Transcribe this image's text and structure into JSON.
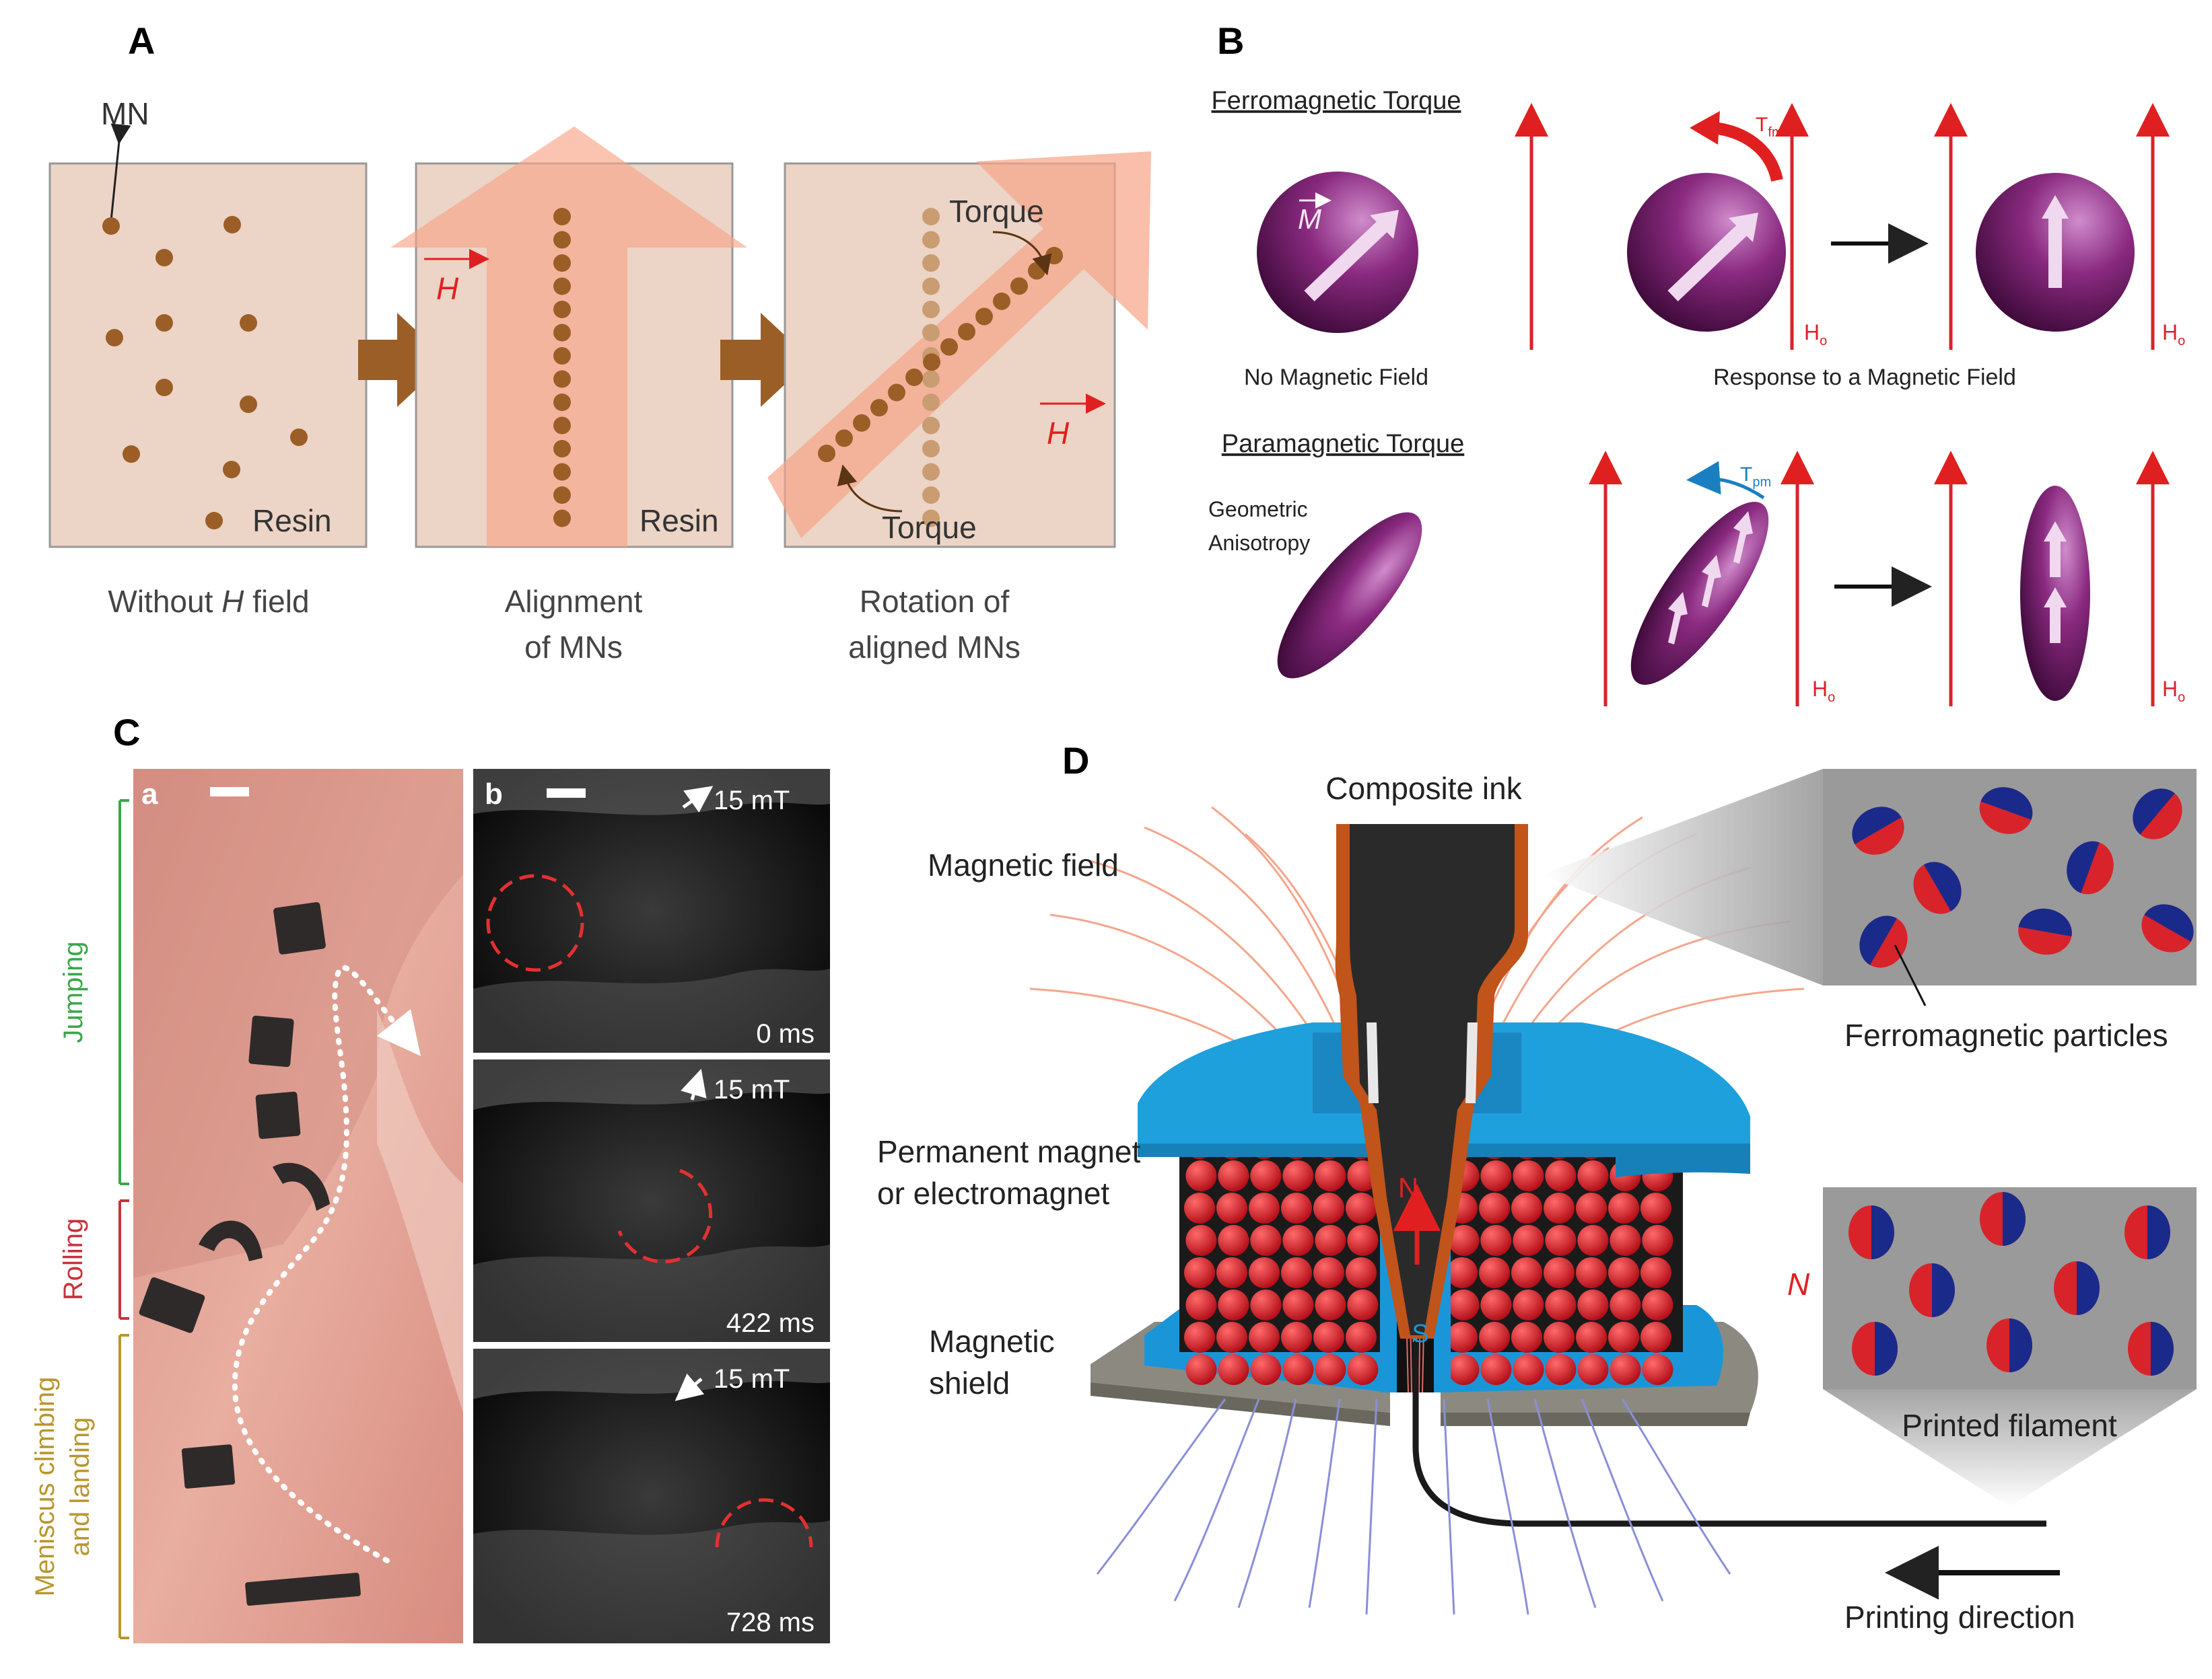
{
  "panels": {
    "A": {
      "letter": "A",
      "mn_label": "MN",
      "resin_1": "Resin",
      "resin_2": "Resin",
      "h_field_1": "H",
      "h_field_2": "H",
      "torque_top": "Torque",
      "torque_bottom": "Torque",
      "caption_1_pre": "Without ",
      "caption_1_italic": "H",
      "caption_1_post": " field",
      "caption_2_line1": "Alignment",
      "caption_2_line2": "of MNs",
      "caption_3_line1": "Rotation of",
      "caption_3_line2": "aligned MNs"
    },
    "B": {
      "letter": "B",
      "ferro_title": "Ferromagnetic Torque",
      "m_vector": "M",
      "no_field": "No Magnetic Field",
      "response": "Response to a Magnetic Field",
      "para_title": "Paramagnetic Torque",
      "geo_line1": "Geometric",
      "geo_line2": "Anisotropy",
      "t_fm": "T",
      "t_fm_sub": "fm",
      "t_pm": "T",
      "t_pm_sub": "pm",
      "h0": "H",
      "h0_sub": "o"
    },
    "C": {
      "letter": "C",
      "sub_a": "a",
      "sub_b": "b",
      "jumping": "Jumping",
      "rolling": "Rolling",
      "meniscus_1": "Meniscus climbing",
      "meniscus_2": "and landing",
      "field_1": "15 mT",
      "field_2": "15 mT",
      "field_3": "15 mT",
      "time_1": "0 ms",
      "time_2": "422 ms",
      "time_3": "728 ms"
    },
    "D": {
      "letter": "D",
      "composite_ink": "Composite ink",
      "magnetic_field": "Magnetic field",
      "perm_line1": "Permanent magnet",
      "perm_line2": "or electromagnet",
      "shield_line1": "Magnetic",
      "shield_line2": "shield",
      "ferro_particles": "Ferromagnetic particles",
      "printed_filament": "Printed filament",
      "printing_direction": "Printing direction",
      "n_pole": "N",
      "s_pole": "S",
      "n_side": "N"
    }
  },
  "colors": {
    "brown": "#8a5a22",
    "resin_bg": "#ecd4c6",
    "salmon": "#f5a58c",
    "red": "#d8232a",
    "purple": "#7a1f6e",
    "blue": "#1ea0dc",
    "navy": "#1a2a8a",
    "green": "#3aa64a",
    "crimson": "#c8323c",
    "gold": "#b8962e"
  }
}
